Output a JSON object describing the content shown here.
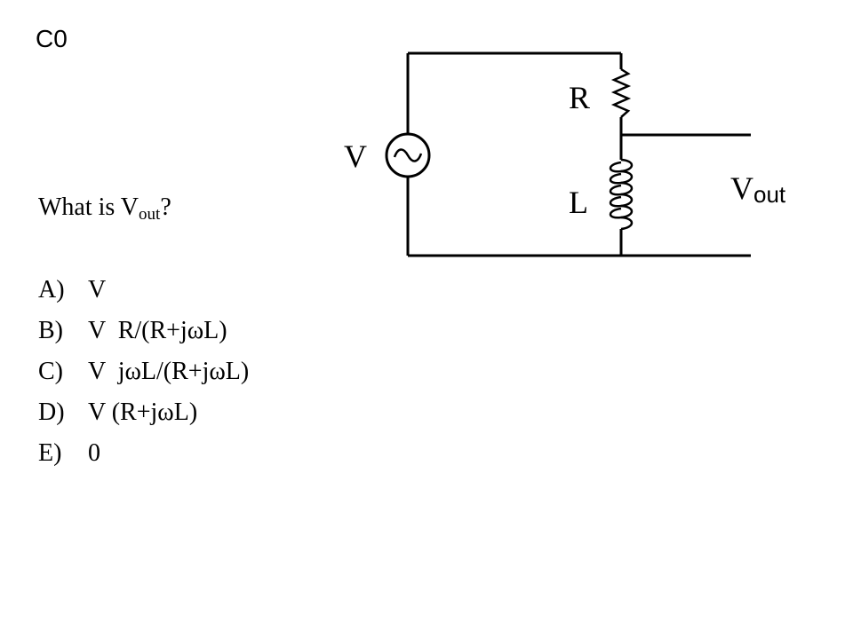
{
  "slide": {
    "label": "C0"
  },
  "question": {
    "prefix": "What is V",
    "subscript": "out",
    "suffix": "?"
  },
  "options": [
    {
      "letter": "A)",
      "text": "V"
    },
    {
      "letter": "B)",
      "text": "V  R/(R+jωL)"
    },
    {
      "letter": "C)",
      "text": "V  jωL/(R+jωL)"
    },
    {
      "letter": "D)",
      "text": "V (R+jωL)"
    },
    {
      "letter": "E)",
      "text": "0"
    }
  ],
  "circuit": {
    "source_label": "V",
    "resistor_label": "R",
    "inductor_label": "L",
    "output_label_main": "V",
    "output_label_sub": "out"
  }
}
